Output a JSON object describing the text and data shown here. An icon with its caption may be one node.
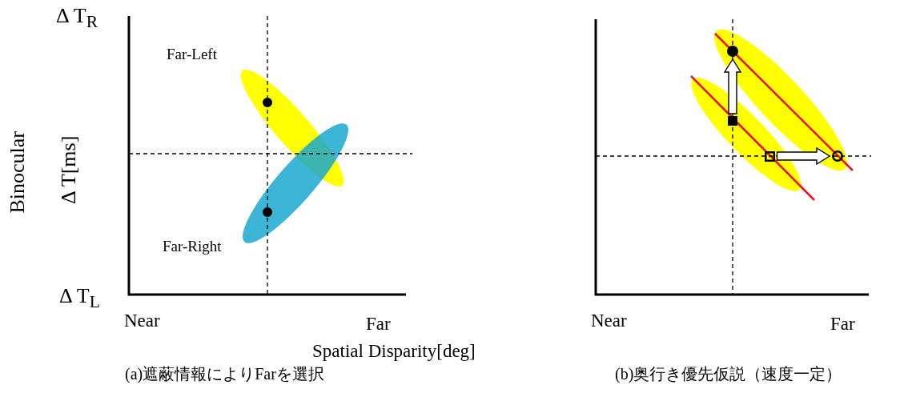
{
  "diagram": {
    "nodes": [
      {
        "text": [],
        "shape": "circle"
      },
      {
        "text": [],
        "shape": "box"
      },
      {
        "text": [],
        "shape": "box"
      },
      {
        "text": [],
        "shape": "circle"
      }
    ],
    "edges": [
      {
        "from": 1,
        "to": 0,
        "arrow": "to"
      },
      {
        "from": 2,
        "to": 3,
        "arrow": "to"
      }
    ],
    "labels": [
      "Δ T$_{R}$",
      "Binocular",
      "Δ T[ms]",
      "Far-Left",
      "Far-Right",
      "Δ T$_{L}$",
      "Near",
      "Far",
      "Spatial Disparity[deg]",
      "Near",
      "Far",
      "(a)遮蔽情報によりFarを選択",
      "(b)奥行き優先仮説（速度一定）"
    ]
  }
}
